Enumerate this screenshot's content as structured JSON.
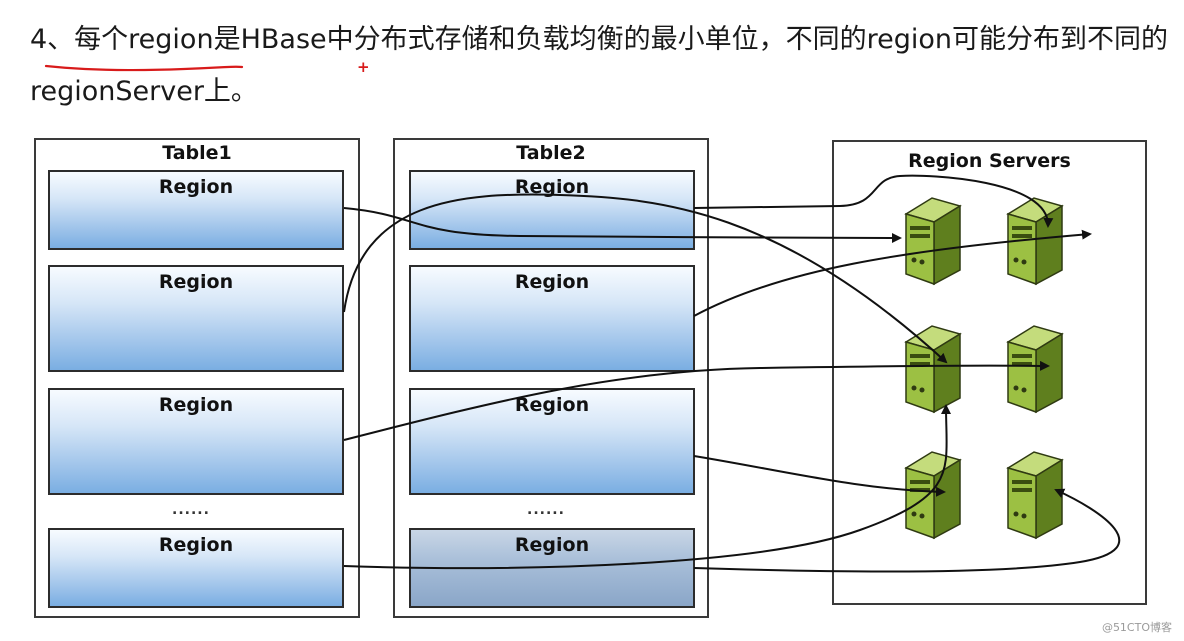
{
  "heading": {
    "line1": "4、每个region是HBase中分布式存储和负载均衡的最小单位，不同的region可能分布到不同的",
    "line2": "regionServer上。"
  },
  "tables": [
    {
      "title": "Table1",
      "regions": [
        "Region",
        "Region",
        "Region",
        "Region"
      ],
      "ellipsis": "......"
    },
    {
      "title": "Table2",
      "regions": [
        "Region",
        "Region",
        "Region",
        "Region"
      ],
      "ellipsis": "......"
    }
  ],
  "servers": {
    "title": "Region Servers",
    "count": 6
  },
  "watermark": "@51CTO博客",
  "colors": {
    "region_top": "#f7fbff",
    "region_bottom": "#7aaee2",
    "server_green": "#8fb33a",
    "annotation_red": "#d81b1b"
  }
}
